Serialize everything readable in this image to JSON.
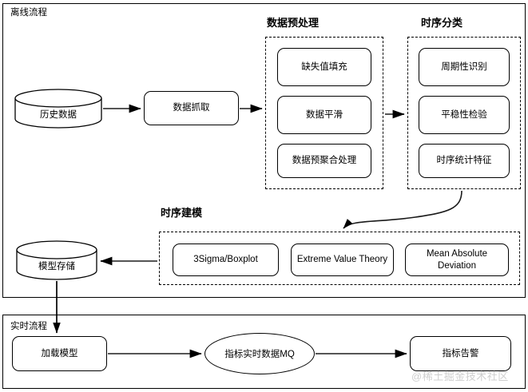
{
  "diagram": {
    "title_offline": "离线流程",
    "title_realtime": "实时流程",
    "watermark": "@稀土掘金技术社区",
    "colors": {
      "stroke": "#000000",
      "connector": "#555555",
      "background": "#ffffff",
      "watermark": "#cfcfcf"
    }
  },
  "offline": {
    "lane_label": "离线流程",
    "source_db": "历史数据",
    "fetch_node": "数据抓取",
    "preprocess": {
      "group_title": "数据预处理",
      "items": [
        "缺失值填充",
        "数据平滑",
        "数据预聚合处理"
      ]
    },
    "classify": {
      "group_title": "时序分类",
      "items": [
        "周期性识别",
        "平稳性检验",
        "时序统计特征"
      ]
    },
    "modeling": {
      "group_title": "时序建模",
      "items": [
        "3Sigma/Boxplot",
        "Extreme Value Theory",
        "Mean Absolute Deviation"
      ]
    },
    "model_store": "模型存储"
  },
  "realtime": {
    "lane_label": "实时流程",
    "load_model": "加载模型",
    "mq_node": "指标实时数据MQ",
    "alarm_node": "指标告警"
  }
}
